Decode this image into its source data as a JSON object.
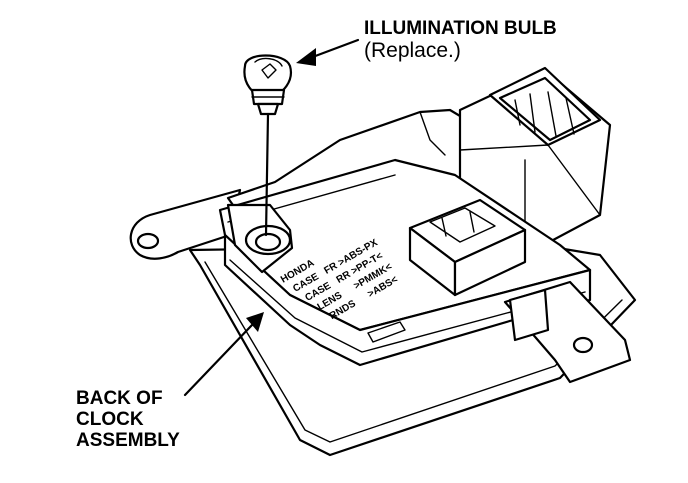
{
  "callouts": {
    "bulb_title": "ILLUMINATION BULB",
    "bulb_note": "(Replace.)",
    "assembly_line1": "BACK OF",
    "assembly_line2": "CLOCK",
    "assembly_line3": "ASSEMBLY"
  },
  "molded_text": {
    "left_col": [
      "HONDA",
      "CASE",
      "CASE",
      "LENS",
      "RNDS"
    ],
    "right_col": [
      "FR >ABS-PX",
      "RR >PP-T<",
      ">PMMK<",
      ">ABS<"
    ]
  },
  "colors": {
    "ink": "#000000",
    "paper": "#ffffff"
  }
}
